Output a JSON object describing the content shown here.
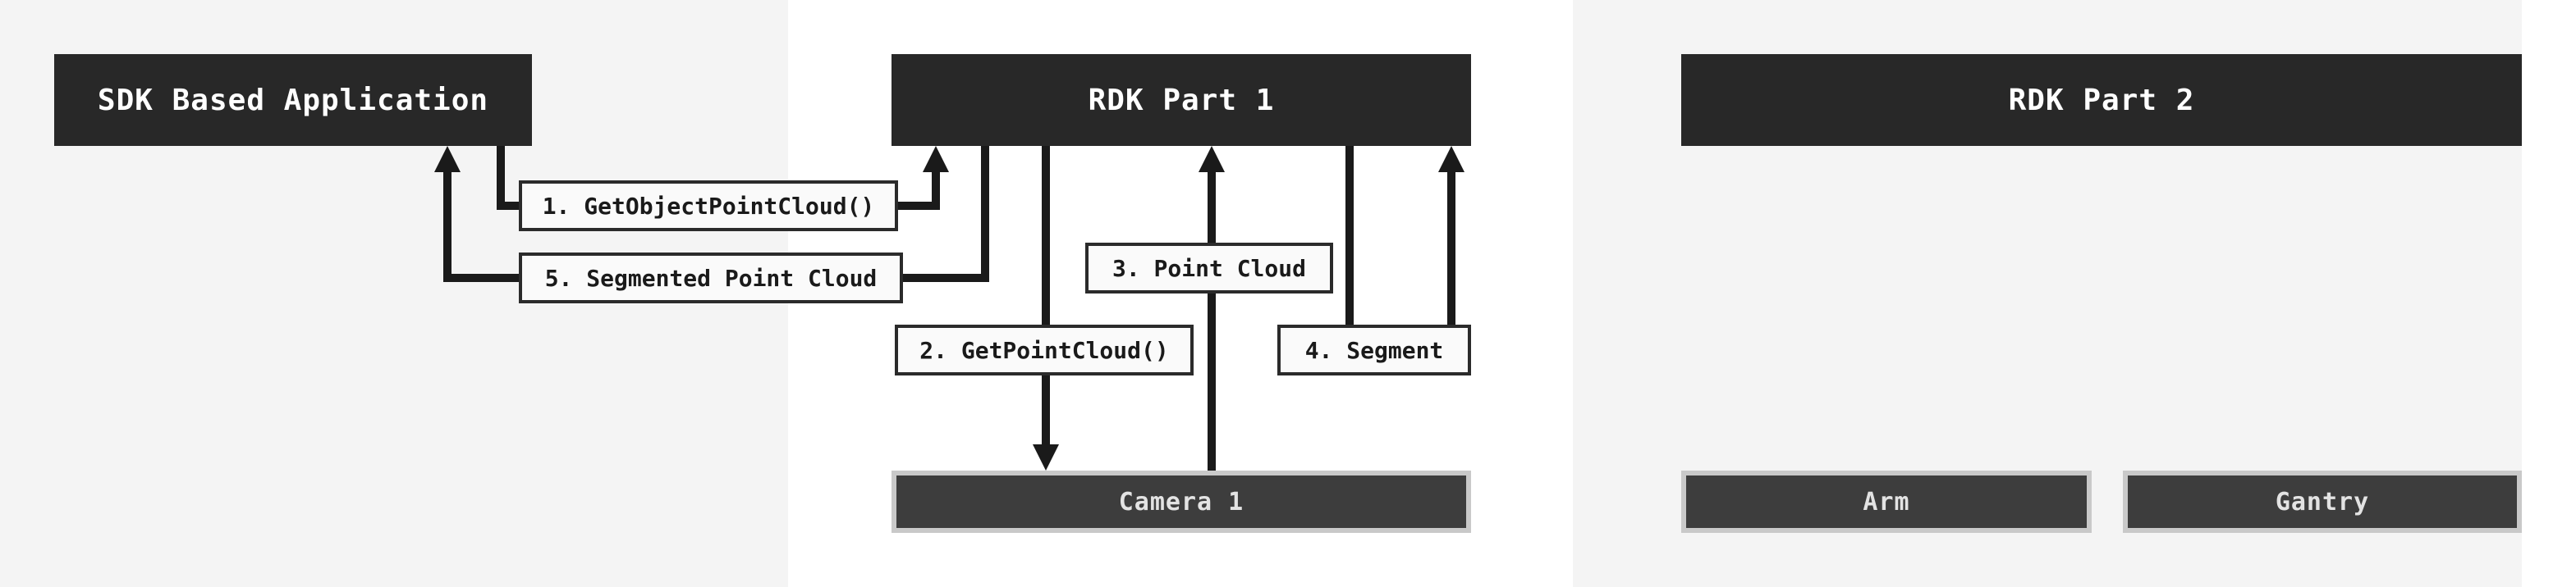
{
  "diagram": {
    "nodes": {
      "sdk_app": {
        "label": "SDK Based Application"
      },
      "rdk_part1": {
        "label": "RDK Part 1"
      },
      "rdk_part2": {
        "label": "RDK Part 2"
      },
      "camera1": {
        "label": "Camera 1"
      },
      "arm": {
        "label": "Arm"
      },
      "gantry": {
        "label": "Gantry"
      }
    },
    "messages": {
      "msg1": {
        "label": "1. GetObjectPointCloud()",
        "from": "sdk_app",
        "to": "rdk_part1"
      },
      "msg2": {
        "label": "2. GetPointCloud()",
        "from": "rdk_part1",
        "to": "camera1"
      },
      "msg3": {
        "label": "3. Point Cloud",
        "from": "camera1",
        "to": "rdk_part1"
      },
      "msg4": {
        "label": "4. Segment",
        "from": "rdk_part1",
        "to": "rdk_part1"
      },
      "msg5": {
        "label": "5. Segmented Point Cloud",
        "from": "rdk_part1",
        "to": "sdk_app"
      }
    },
    "colors": {
      "header_box_bg": "#282828",
      "component_box_bg": "#3d3d3d",
      "component_box_border": "#c9c9c9",
      "label_bg": "#fafafa",
      "label_border": "#2b2b2b",
      "arrow": "#1a1a1a",
      "panel_light": "#f4f4f4",
      "panel_white": "#ffffff",
      "header_text": "#ffffff",
      "label_text": "#1a1a1a"
    }
  }
}
